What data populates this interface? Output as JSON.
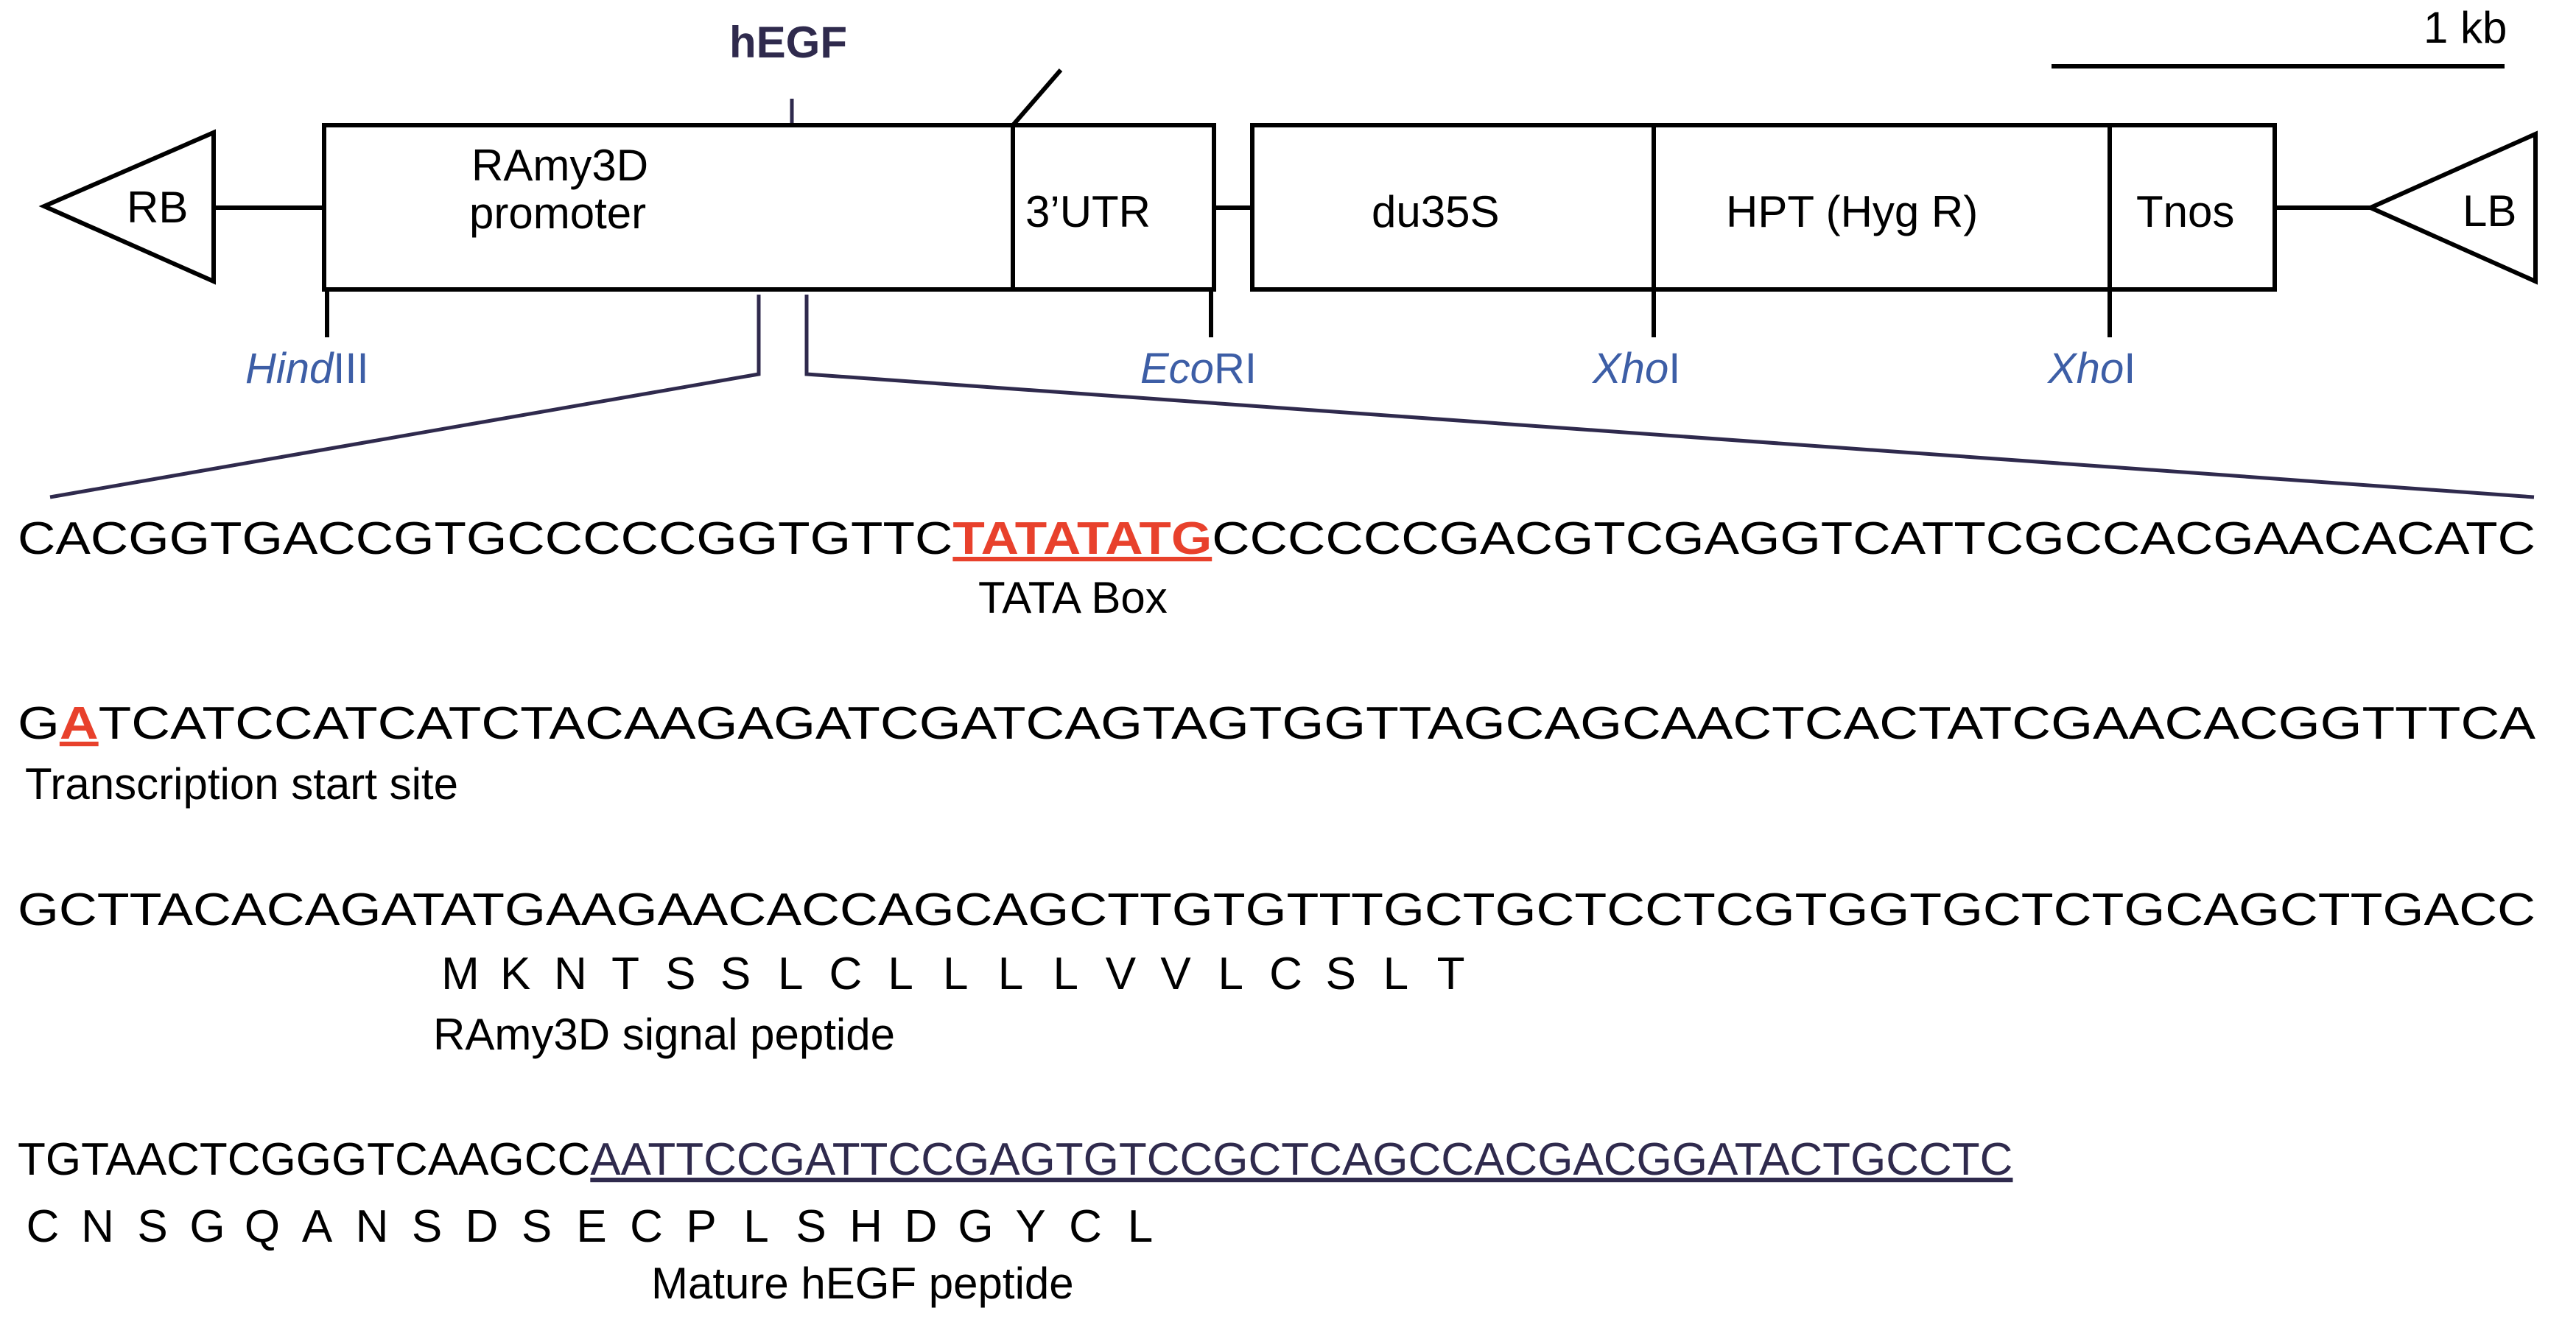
{
  "scale_bar": {
    "label": "1 kb"
  },
  "construct": {
    "hegf_label": "hEGF",
    "rb": "RB",
    "lb": "LB",
    "promoter_line1": "RAmy3D",
    "promoter_line2": "promoter",
    "utr": "3’UTR",
    "du35s": "du35S",
    "hpt": "HPT (Hyg R)",
    "tnos": "Tnos"
  },
  "restriction_sites": {
    "hindiii": {
      "italic": "Hind",
      "roman": "III"
    },
    "ecori": {
      "italic": "Eco",
      "roman": "RI"
    },
    "xhoi_1": {
      "italic": "Xho",
      "roman": "I"
    },
    "xhoi_2": {
      "italic": "Xho",
      "roman": "I"
    }
  },
  "sequence": {
    "line1": {
      "pre": "CACGGTGACCGTGCCCCCGGTGTTC",
      "highlight": "TATATATG",
      "post": "CCCCCCGACGTCGAGGTCATTCGCCACGAACACATC"
    },
    "line1_note": "TATA Box",
    "line2": {
      "pre": "G",
      "highlight": "A",
      "post": "TCATCCATCATCTACAAGAGATCGATCAGTAGTGGTTAGCAGCAACTCACTATCGAACACGGTTTCA"
    },
    "line2_note": "Transcription start site",
    "line3": "GCTTACACAGATATGAAGAACACCAGCAGCTTGTGTTTGCTGCTCCTCGTGGTGCTCTGCAGCTTGACC",
    "line3_aa": [
      "M",
      "K",
      "N",
      "T",
      "S",
      "S",
      "L",
      "C",
      "L",
      "L",
      "L",
      "L",
      "V",
      "V",
      "L",
      "C",
      "S",
      "L",
      "T"
    ],
    "line3_note": "RAmy3D signal peptide",
    "line4": {
      "pre": "TGTAACTCGGGTCAAGCC",
      "underlined": "AATTCCGATTCCGAGTGTCCGCTCAGCCACGACGGATACTGCCTC"
    },
    "line4_aa": [
      "C",
      "N",
      "S",
      "G",
      "Q",
      "A",
      "N",
      "S",
      "D",
      "S",
      "E",
      "C",
      "P",
      "L",
      "S",
      "H",
      "D",
      "G",
      "Y",
      "C",
      "L"
    ],
    "line4_note": "Mature hEGF peptide"
  },
  "colors": {
    "highlight_red": "#e8412c",
    "site_blue": "#3d5ea6",
    "hegf_navy": "#2f2a4d"
  }
}
